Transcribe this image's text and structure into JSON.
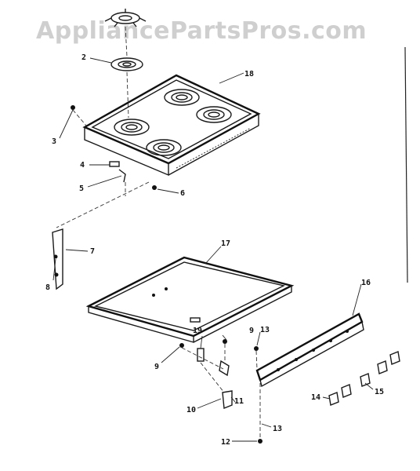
{
  "watermark": "AppliancePartsPros.com",
  "callouts": {
    "c2": "2",
    "c3": "3",
    "c4": "4",
    "c5": "5",
    "c6": "6",
    "c7": "7",
    "c8": "8",
    "c9a": "9",
    "c9b": "9",
    "c10": "10",
    "c11": "11",
    "c12": "12",
    "c13a": "13",
    "c13b": "13",
    "c14": "14",
    "c15": "15",
    "c16": "16",
    "c17": "17",
    "c18": "18",
    "c19": "19"
  }
}
